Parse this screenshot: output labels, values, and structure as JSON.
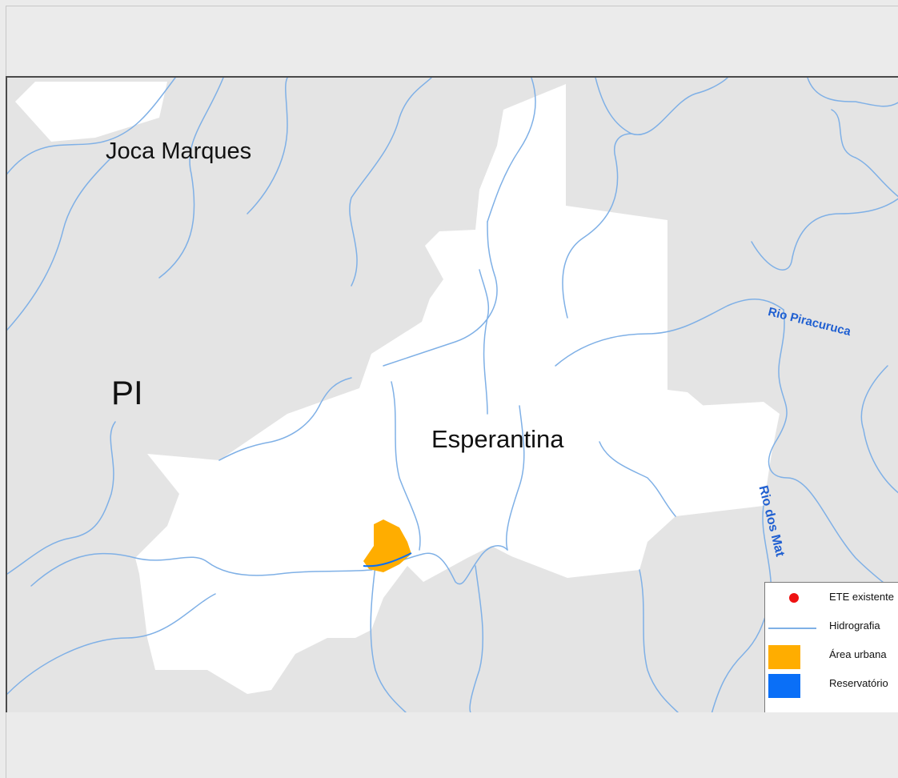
{
  "map": {
    "labels": {
      "municipality_north": "Joca Marques",
      "state": "PI",
      "municipality_main": "Esperantina"
    },
    "rivers": {
      "river_east": "Rio Piracuruca",
      "river_south": "Rio dos Mat"
    },
    "colors": {
      "background_area": "#e4e4e4",
      "municipality_fill": "#ffffff",
      "river": "#7fb0e6",
      "urban": "#ffad00",
      "reservoir": "#0a6ff7",
      "ete": "#ee1111",
      "river_label": "#1f5fd1"
    }
  },
  "legend": {
    "items": [
      {
        "label": "ETE existente",
        "symbol": "dot",
        "color": "#ee1111"
      },
      {
        "label": "Hidrografia",
        "symbol": "line",
        "color": "#7fb0e6"
      },
      {
        "label": "Área urbana",
        "symbol": "fill",
        "color": "#ffad00"
      },
      {
        "label": "Reservatório",
        "symbol": "fill",
        "color": "#0a6ff7"
      }
    ]
  }
}
